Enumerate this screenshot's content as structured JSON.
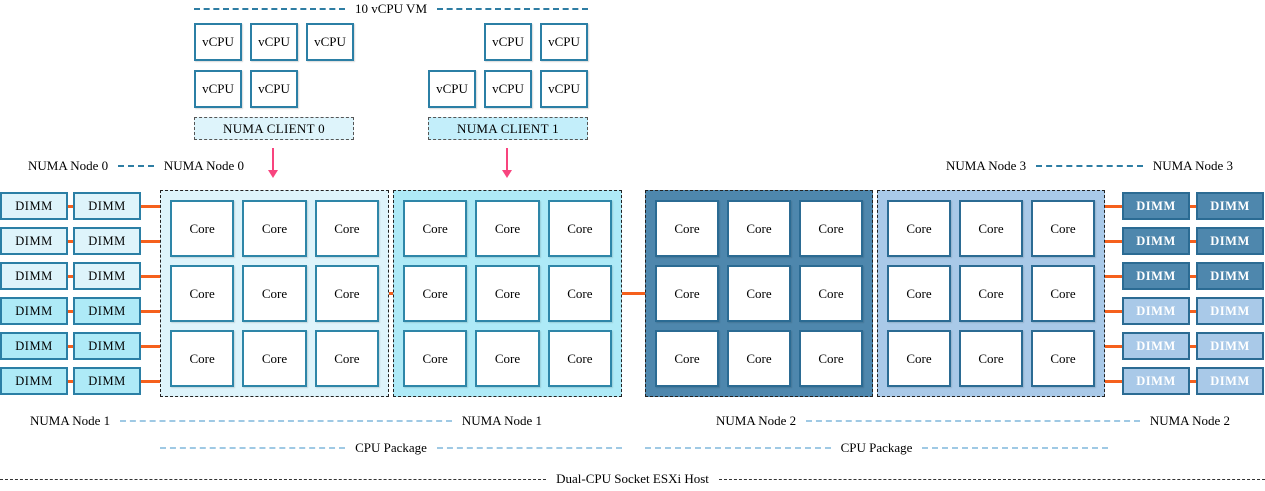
{
  "diagram": {
    "title": "Dual-CPU Socket ESXi Host",
    "vm": {
      "label": "10 vCPU VM",
      "vcpu_label": "vCPU",
      "total_vcpus": 10,
      "clients": [
        {
          "label": "NUMA CLIENT 0",
          "vcpu_count": 5,
          "placed_on": "NUMA Node 0"
        },
        {
          "label": "NUMA CLIENT 1",
          "vcpu_count": 5,
          "placed_on": "NUMA Node 1"
        }
      ]
    },
    "node_labels": {
      "node0": "NUMA Node 0",
      "node1": "NUMA Node 1",
      "node2": "NUMA Node 2",
      "node3": "NUMA Node 3"
    },
    "cpu_package_label": "CPU Package",
    "core_label": "Core",
    "dimm_label": "DIMM",
    "structure": {
      "cores_per_numa_node": 9,
      "dimms_per_numa_node": 6,
      "numa_nodes_per_package": 2,
      "packages": 2
    },
    "colors": {
      "node0_bg": "#def4fb",
      "node1_bg": "#aeeaf7",
      "node2_bg": "#4e87ad",
      "node3_bg": "#a9c9e8",
      "teal_border": "#2b7fa5",
      "steel_border": "#2b6b93",
      "interconnect_orange": "#f5601c",
      "arrow_pink": "#f8447e",
      "dash_teal": "#2e7da3",
      "dash_light_blue": "#9fc9e4"
    }
  }
}
